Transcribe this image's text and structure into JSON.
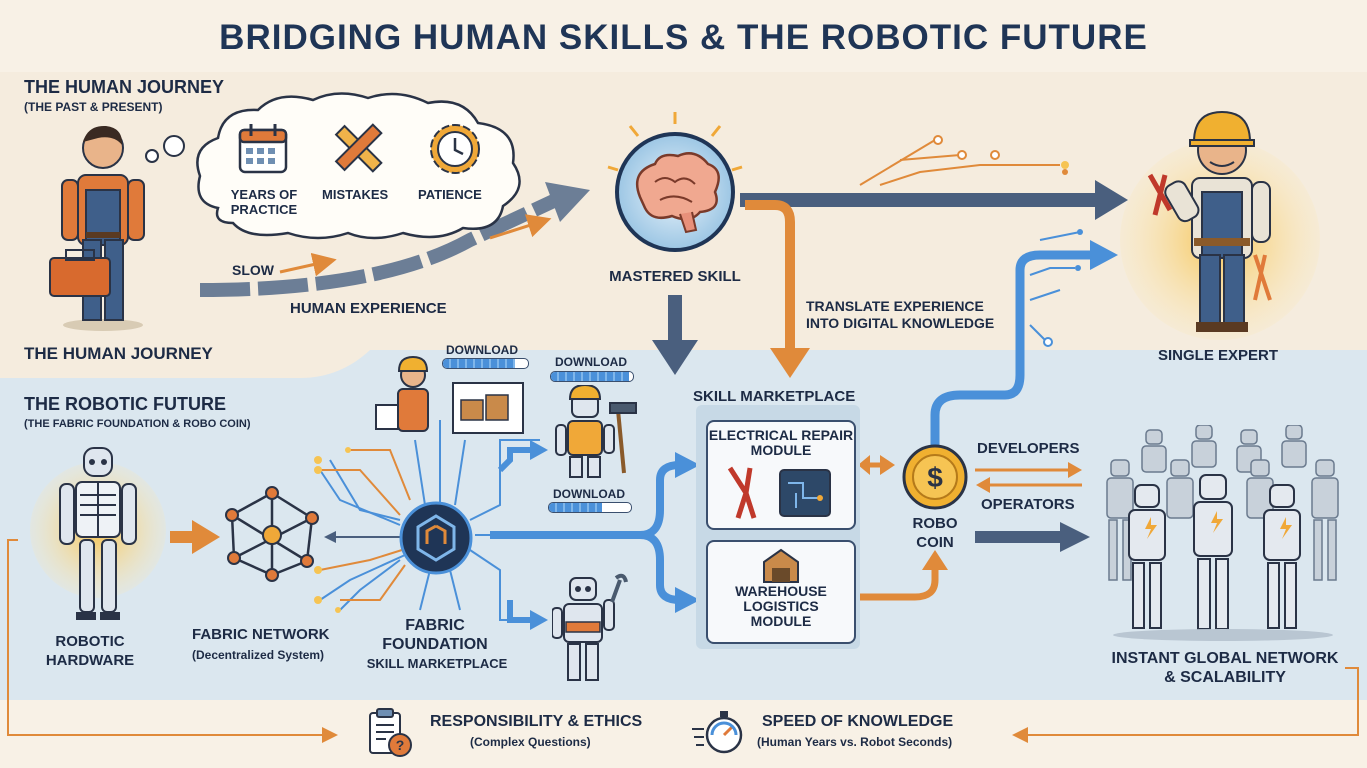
{
  "title": "BRIDGING HUMAN SKILLS & THE ROBOTIC  FUTURE",
  "human": {
    "heading": "THE HUMAN JOURNEY",
    "subheading": "(THE PAST & PRESENT)",
    "person_label": "THE HUMAN JOURNEY",
    "thought_items": [
      "YEARS OF PRACTICE",
      "MISTAKES",
      "PATIENCE"
    ],
    "slow_label": "SLOW",
    "experience_label": "HUMAN EXPERIENCE",
    "brain_label": "MASTERED SKILL",
    "translate_label": "TRANSLATE EXPERIENCE INTO DIGITAL KNOWLEDGE",
    "expert_label": "SINGLE EXPERT"
  },
  "robotic": {
    "heading": "THE ROBOTIC FUTURE",
    "subheading": "(THE FABRIC FOUNDATION & ROBO COIN)",
    "hardware_label_1": "ROBOTIC",
    "hardware_label_2": "HARDWARE",
    "network_label": "FABRIC NETWORK",
    "network_sub": "(Decentralized System)",
    "foundation_label_1": "FABRIC",
    "foundation_label_2": "FOUNDATION",
    "foundation_sub": "SKILL MARKETPLACE",
    "download_labels": [
      "DOWNLOAD",
      "DOWNLOAD",
      "DOWNLOAD"
    ],
    "download_progress": [
      0.85,
      0.95,
      0.65
    ],
    "marketplace_title": "SKILL MARKETPLACE",
    "module_1": "ELECTRICAL REPAIR MODULE",
    "module_2": "WAREHOUSE LOGISTICS MODULE",
    "coin_label_1": "ROBO",
    "coin_label_2": "COIN",
    "developers": "DEVELOPERS",
    "operators": "OPERATORS",
    "global_label_1": "INSTANT GLOBAL NETWORK",
    "global_label_2": "& SCALABILITY"
  },
  "footer": {
    "ethics_title": "RESPONSIBILITY & ETHICS",
    "ethics_sub": "(Complex Questions)",
    "speed_title": "SPEED OF KNOWLEDGE",
    "speed_sub": "(Human Years vs. Robot Seconds)"
  },
  "colors": {
    "orange": "#e08a3a",
    "navy": "#1f3556",
    "blue": "#4a90d9",
    "cream": "#f5ecde",
    "lightblue": "#dbe7ef"
  }
}
